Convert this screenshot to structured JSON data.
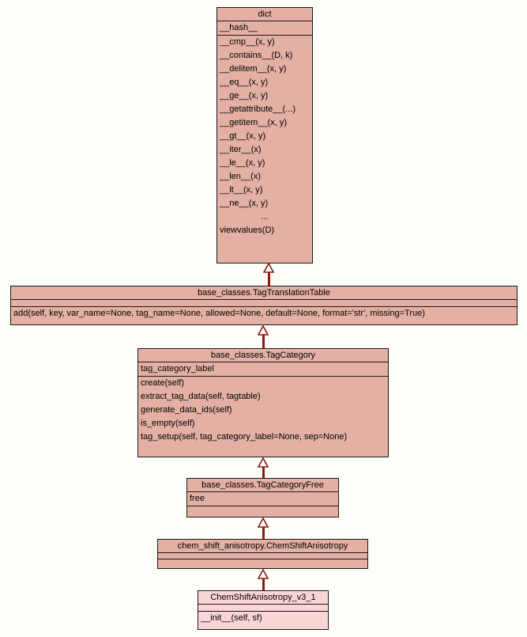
{
  "diagram": {
    "type": "uml-class-diagram",
    "title": "ChemShiftAnisotropy class hierarchy",
    "background_color": "#fdfef8",
    "class_fill_color": "#e3b0a3",
    "leaf_fill_color": "#fbd4d6",
    "border_color": "#1a1a1a",
    "connector_color": "#8b1a1a",
    "relationship": "generalization"
  },
  "classes": {
    "dict": {
      "name": "dict",
      "attributes": [
        "__hash__"
      ],
      "operations": [
        "__cmp__(x, y)",
        "__contains__(D, k)",
        "__delitem__(x, y)",
        "__eq__(x, y)",
        "__ge__(x, y)",
        "__getattribute__(...)",
        "__getitem__(x, y)",
        "__gt__(x, y)",
        "__iter__(x)",
        "__le__(x, y)",
        "__len__(x)",
        "__lt__(x, y)",
        "__ne__(x, y)",
        "...",
        "viewvalues(D)"
      ]
    },
    "tag_translation_table": {
      "name": "base_classes.TagTranslationTable",
      "attributes": [],
      "operations": [
        "add(self, key, var_name=None, tag_name=None, allowed=None, default=None, format='str', missing=True)"
      ]
    },
    "tag_category": {
      "name": "base_classes.TagCategory",
      "attributes": [
        "tag_category_label"
      ],
      "operations": [
        "create(self)",
        "extract_tag_data(self, tagtable)",
        "generate_data_ids(self)",
        "is_empty(self)",
        "tag_setup(self, tag_category_label=None, sep=None)"
      ]
    },
    "tag_category_free": {
      "name": "base_classes.TagCategoryFree",
      "attributes": [
        "free"
      ],
      "operations": []
    },
    "chem_shift_anisotropy": {
      "name": "chem_shift_anisotropy.ChemShiftAnisotropy",
      "attributes": [],
      "operations": []
    },
    "chem_shift_anisotropy_v3_1": {
      "name": "ChemShiftAnisotropy_v3_1",
      "attributes": [],
      "operations": [
        "__init__(self, sf)"
      ]
    }
  },
  "edges": [
    {
      "from": "base_classes.TagTranslationTable",
      "to": "dict",
      "kind": "generalization"
    },
    {
      "from": "base_classes.TagCategory",
      "to": "base_classes.TagTranslationTable",
      "kind": "generalization"
    },
    {
      "from": "base_classes.TagCategoryFree",
      "to": "base_classes.TagCategory",
      "kind": "generalization"
    },
    {
      "from": "chem_shift_anisotropy.ChemShiftAnisotropy",
      "to": "base_classes.TagCategoryFree",
      "kind": "generalization"
    },
    {
      "from": "ChemShiftAnisotropy_v3_1",
      "to": "chem_shift_anisotropy.ChemShiftAnisotropy",
      "kind": "generalization"
    }
  ]
}
